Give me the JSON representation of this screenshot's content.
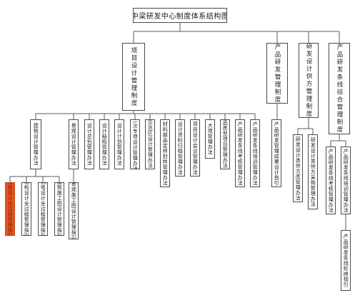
{
  "diagram": {
    "root": "中梁研发中心制度体系结构图",
    "level1": [
      "项目设计管理制度",
      "产品研发管理制度",
      "研发设计供方管理制度",
      "产品研发条线综合管理制度"
    ],
    "project_design": [
      "建筑设计管理办法",
      "景观设计管理办法",
      "设计总包管理办法",
      "设计缺陷管理办法",
      "设计计划管理办法",
      "二次专项设计管理办法",
      "示范区设计管理办法",
      "材料部品定样封样管理办法",
      "设计资料归档管理办法",
      "项目设计会议管理办法",
      "大项管理办法",
      "品质型项目管理办法",
      "产品研发条线考核管理办法",
      "产品研发条线培训管理办法"
    ],
    "architecture_sub": [
      "结构设计全过程管理指引",
      "机电设计全过程管理指引",
      "建筑施工图设计管理指引",
      "精装设计全过程管理指引"
    ],
    "landscape_sub": [
      "景观施工图设计管理指引"
    ],
    "product_rd_sub": [
      "产品研发管理成果设计指引"
    ],
    "supplier_sub": [
      "研发设计类供方库管理办法",
      "研发设计类供方采购管理办法"
    ],
    "comprehensive_sub": [
      "产品研发条线考核管理办法",
      "产品研发条线培训管理办法"
    ],
    "training_sub": [
      "产品研发条线轮岗指引"
    ],
    "colors": {
      "line": "#5a5a5a",
      "border": "#4a4a4a",
      "highlight": "#e8531f"
    }
  }
}
